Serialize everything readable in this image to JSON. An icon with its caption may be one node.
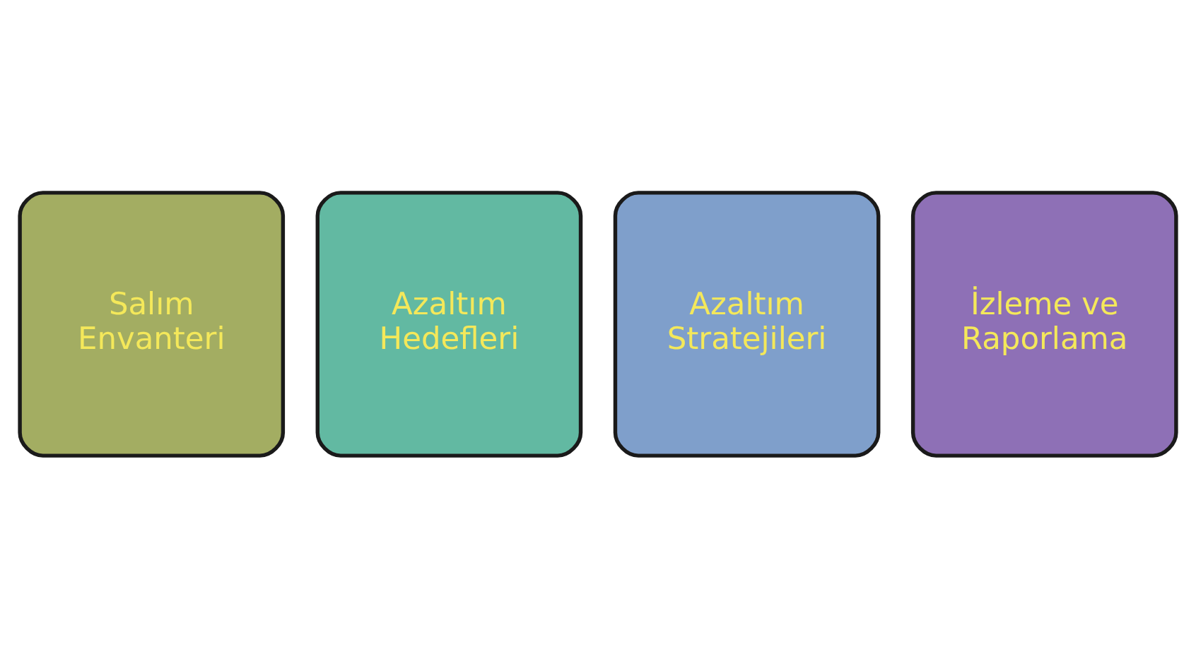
{
  "diagram": {
    "nodes": [
      {
        "text": [
          "Salım Envanteri"
        ]
      },
      {
        "text": [
          "Azaltım Hedefleri"
        ]
      },
      {
        "text": [
          "Azaltım Stratejileri"
        ]
      },
      {
        "text": [
          "İzleme ve Raporlama"
        ]
      }
    ]
  }
}
